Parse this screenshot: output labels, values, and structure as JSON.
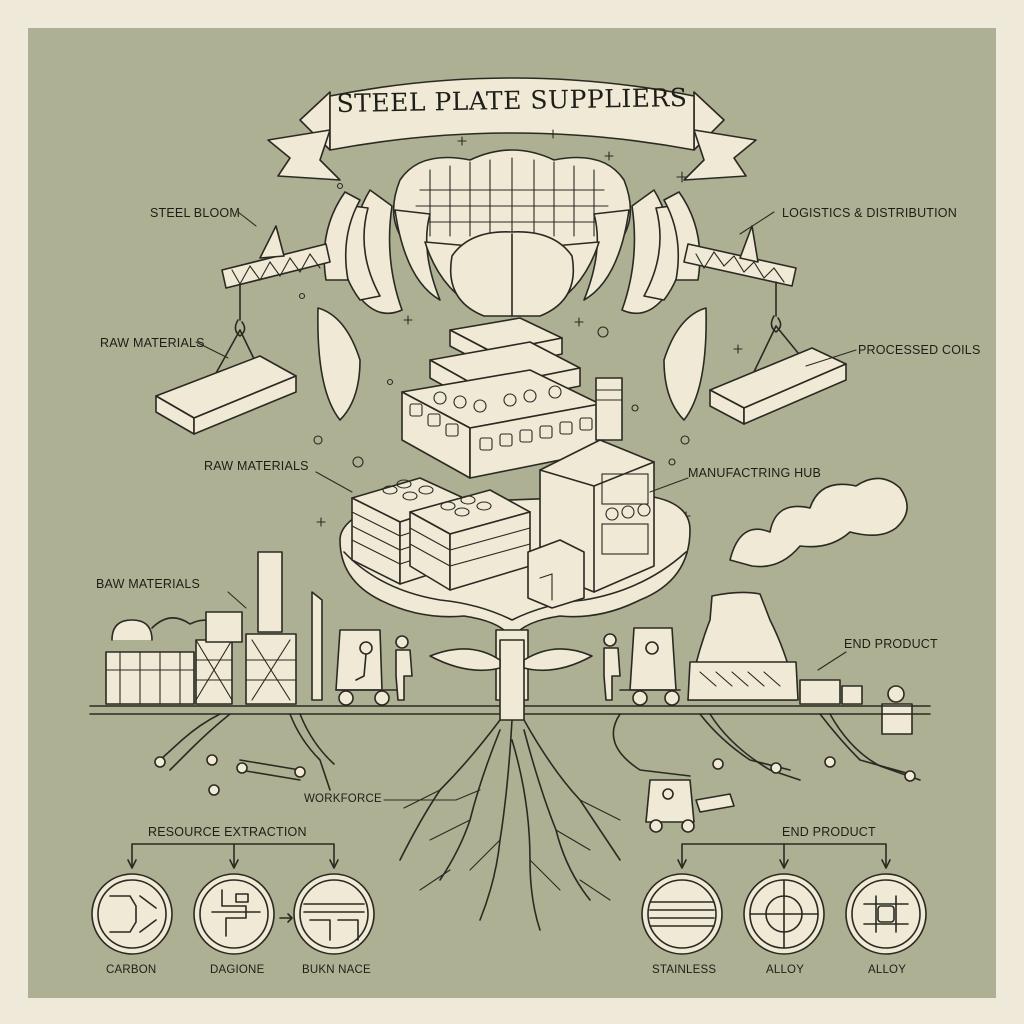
{
  "title": "STEEL PLATE SUPPLIERS",
  "labels": {
    "steel_bloom": "STEEL BLOOM",
    "logistics": "LOGISTICS & DISTRIBUTION",
    "raw_materials_1": "RAW MATERIALS",
    "processed_coils": "PROCESSED COILS",
    "raw_materials_2": "RAW MATERIALS",
    "manufacturing_hub": "MANUFACTRING HUB",
    "raw_materials_3": "BAW MATERIALS",
    "end_product_1": "END PRODUCT",
    "workforce": "WORKFORCE"
  },
  "resource_extraction": {
    "heading": "RESOURCE EXTRACTION",
    "items": [
      "CARBON",
      "DAGIONE",
      "BUKN NACE"
    ]
  },
  "end_product": {
    "heading": "END PRODUCT",
    "items": [
      "STAINLESS",
      "ALLOY",
      "ALLOY"
    ]
  },
  "colors": {
    "background": "#aeb093",
    "paper": "#efe9d6",
    "ink": "#2a2a22",
    "border": "#efe9d9"
  }
}
